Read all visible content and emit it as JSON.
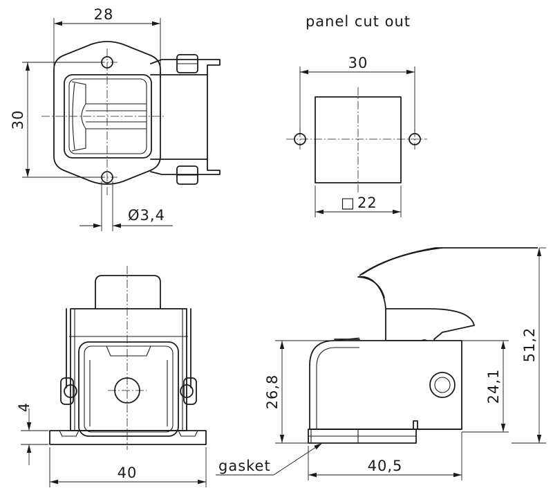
{
  "title": "panel cut out",
  "top_left_view": {
    "width_dim": "28",
    "height_dim": "30",
    "hole_dim": "Ø3,4"
  },
  "cutout_view": {
    "hole_spacing_dim": "30",
    "square_dim_symbol": "□",
    "square_dim_value": "22"
  },
  "front_view": {
    "base_thickness_dim": "4",
    "base_width_dim": "40"
  },
  "side_view": {
    "body_height_dim": "26,8",
    "pivot_height_dim": "24,1",
    "total_height_dim": "51,2",
    "base_length_dim": "40,5",
    "gasket_label": "gasket"
  }
}
